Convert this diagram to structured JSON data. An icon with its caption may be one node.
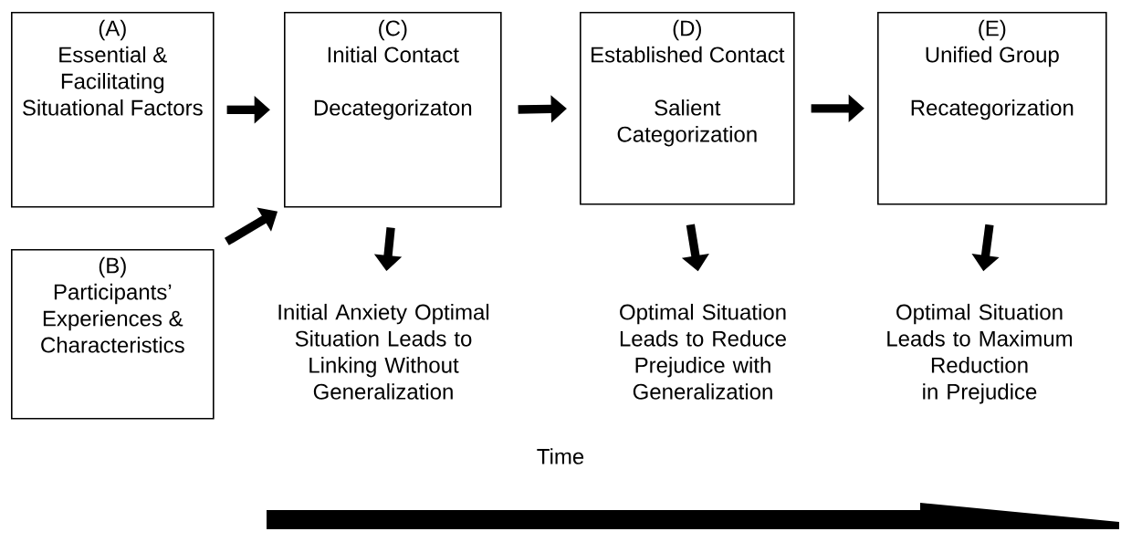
{
  "diagram": {
    "nodes": [
      {
        "text": [
          "(A)",
          "Essential & Facilitating Situational Factors"
        ]
      },
      {
        "text": [
          "(C)",
          "Initial Contact",
          "Decategorizaton"
        ]
      },
      {
        "text": [
          "(D)",
          "Established Contact",
          "Salient Categorization"
        ]
      },
      {
        "text": [
          "(E)",
          "Unified Group",
          "Recategorization"
        ]
      },
      {
        "text": [
          "(B)",
          "Participants’ Experiences & Characteristics"
        ]
      },
      {
        "text": [
          "Initial Anxiety Optimal Situation Leads to Linking Without Generalization"
        ]
      },
      {
        "text": [
          "Optimal Situation Leads to Reduce Prejudice with Generalization"
        ]
      },
      {
        "text": [
          "Optimal Situation Leads to Maximum Reduction in Prejudice"
        ]
      }
    ],
    "edges": [
      {
        "from": 0,
        "to": 1,
        "arrow": "to"
      },
      {
        "from": 4,
        "to": 1,
        "arrow": "to"
      },
      {
        "from": 1,
        "to": 2,
        "arrow": "to"
      },
      {
        "from": 2,
        "to": 3,
        "arrow": "to"
      },
      {
        "from": 1,
        "to": 5,
        "arrow": "to"
      },
      {
        "from": 2,
        "to": 6,
        "arrow": "to"
      },
      {
        "from": 3,
        "to": 7,
        "arrow": "to"
      }
    ],
    "labels": [
      "Time"
    ]
  }
}
